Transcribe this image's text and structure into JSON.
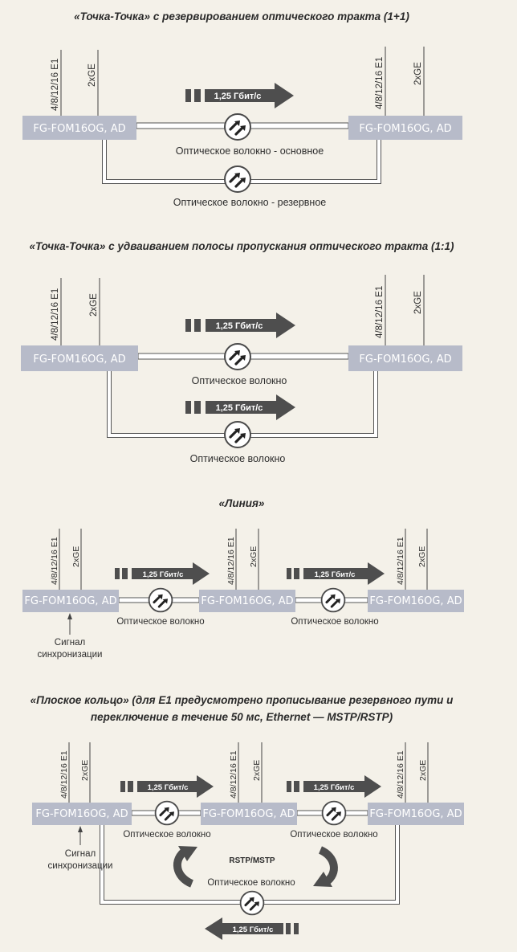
{
  "colors": {
    "background": "#f4f1e9",
    "node": "#b7bbc9",
    "arrow": "#4e4e4e",
    "line": "#555555",
    "text": "#2d2d2d"
  },
  "icons": {
    "connector": "fiber-connector-icon",
    "loop_arrow": "curved-arrow-icon",
    "tick": "tick-arrow-icon"
  },
  "common": {
    "node": "FG-FOM16OG, AD",
    "e1": "4/8/12/16 E1",
    "ge": "2xGE",
    "speed": "1,25 Гбит/с",
    "fiber": "Оптическое волокно",
    "fiber_main": "Оптическое волокно - основное",
    "fiber_backup": "Оптическое волокно - резервное",
    "sync_1": "Сигнал",
    "sync_2": "синхронизации",
    "ring_protocol": "RSTP/MSTP"
  },
  "sections": {
    "s1": {
      "title": "«Точка-Точка» с резервированием оптического тракта (1+1)"
    },
    "s2": {
      "title": "«Точка-Точка» с удваиванием полосы пропускания оптического тракта (1:1)"
    },
    "s3": {
      "title": "«Линия»"
    },
    "s4": {
      "title_line1": "«Плоское кольцо» (для E1 предусмотрено прописывание резервного пути и",
      "title_line2": "переключение в течение 50 мс, Ethernet — MSTP/RSTP)"
    }
  }
}
